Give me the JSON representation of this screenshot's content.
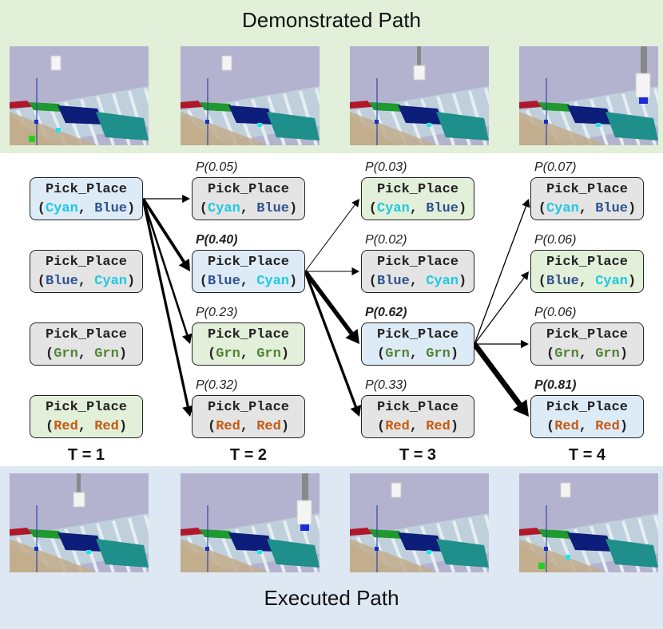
{
  "titles": {
    "demonstrated": "Demonstrated Path",
    "executed": "Executed Path"
  },
  "action_name": "Pick_Place",
  "punct": {
    "open": "(",
    "comma": ",",
    "close": ")"
  },
  "timesteps": [
    "T = 1",
    "T = 2",
    "T = 3",
    "T = 4"
  ],
  "columns": [
    {
      "nodes": [
        {
          "a": "Cyan",
          "b": "Blue",
          "bg": "blue"
        },
        {
          "a": "Blue",
          "b": "Cyan",
          "bg": "gray"
        },
        {
          "a": "Grn",
          "b": "Grn",
          "bg": "gray"
        },
        {
          "a": "Red",
          "b": "Red",
          "bg": "green"
        }
      ]
    },
    {
      "nodes": [
        {
          "a": "Cyan",
          "b": "Blue",
          "bg": "gray",
          "prob": "P(0.05)",
          "bold": false
        },
        {
          "a": "Blue",
          "b": "Cyan",
          "bg": "blue",
          "prob": "P(0.40)",
          "bold": true
        },
        {
          "a": "Grn",
          "b": "Grn",
          "bg": "green",
          "prob": "P(0.23)",
          "bold": false
        },
        {
          "a": "Red",
          "b": "Red",
          "bg": "gray",
          "prob": "P(0.32)",
          "bold": false
        }
      ]
    },
    {
      "nodes": [
        {
          "a": "Cyan",
          "b": "Blue",
          "bg": "green",
          "prob": "P(0.03)",
          "bold": false
        },
        {
          "a": "Blue",
          "b": "Cyan",
          "bg": "gray",
          "prob": "P(0.02)",
          "bold": false
        },
        {
          "a": "Grn",
          "b": "Grn",
          "bg": "blue",
          "prob": "P(0.62)",
          "bold": true
        },
        {
          "a": "Red",
          "b": "Red",
          "bg": "gray",
          "prob": "P(0.33)",
          "bold": false
        }
      ]
    },
    {
      "nodes": [
        {
          "a": "Cyan",
          "b": "Blue",
          "bg": "gray",
          "prob": "P(0.07)",
          "bold": false
        },
        {
          "a": "Blue",
          "b": "Cyan",
          "bg": "green",
          "prob": "P(0.06)",
          "bold": false
        },
        {
          "a": "Grn",
          "b": "Grn",
          "bg": "gray",
          "prob": "P(0.06)",
          "bold": false
        },
        {
          "a": "Red",
          "b": "Red",
          "bg": "blue",
          "prob": "P(0.81)",
          "bold": true
        }
      ]
    }
  ],
  "edges": [
    {
      "from_col": 0,
      "from_row": 0,
      "to_row": 0,
      "p": 0.05
    },
    {
      "from_col": 0,
      "from_row": 0,
      "to_row": 1,
      "p": 0.4
    },
    {
      "from_col": 0,
      "from_row": 0,
      "to_row": 2,
      "p": 0.23
    },
    {
      "from_col": 0,
      "from_row": 0,
      "to_row": 3,
      "p": 0.32
    },
    {
      "from_col": 1,
      "from_row": 1,
      "to_row": 0,
      "p": 0.03
    },
    {
      "from_col": 1,
      "from_row": 1,
      "to_row": 1,
      "p": 0.02
    },
    {
      "from_col": 1,
      "from_row": 1,
      "to_row": 2,
      "p": 0.62
    },
    {
      "from_col": 1,
      "from_row": 1,
      "to_row": 3,
      "p": 0.33
    },
    {
      "from_col": 2,
      "from_row": 2,
      "to_row": 0,
      "p": 0.07
    },
    {
      "from_col": 2,
      "from_row": 2,
      "to_row": 1,
      "p": 0.06
    },
    {
      "from_col": 2,
      "from_row": 2,
      "to_row": 2,
      "p": 0.06
    },
    {
      "from_col": 2,
      "from_row": 2,
      "to_row": 3,
      "p": 0.81
    }
  ],
  "demo_frames": [
    {
      "name": "demo-frame-1",
      "arm": "none",
      "gripper": "open",
      "pole": true,
      "block": "green"
    },
    {
      "name": "demo-frame-2",
      "arm": "none",
      "gripper": "open",
      "pole": true,
      "block": "cyan"
    },
    {
      "name": "demo-frame-3",
      "arm": "short",
      "gripper": "open",
      "pole": true,
      "block": "cyan"
    },
    {
      "name": "demo-frame-4",
      "arm": "long",
      "gripper": "holding",
      "pole": true,
      "block": "cyan"
    }
  ],
  "exec_frames": [
    {
      "name": "exec-frame-1",
      "arm": "short",
      "gripper": "open",
      "pole": true,
      "block": "cyan"
    },
    {
      "name": "exec-frame-2",
      "arm": "long",
      "gripper": "holding",
      "pole": true,
      "block": "cyan"
    },
    {
      "name": "exec-frame-3",
      "arm": "none",
      "gripper": "open",
      "pole": true,
      "block": "cyan"
    },
    {
      "name": "exec-frame-4",
      "arm": "none",
      "gripper": "open",
      "pole": true,
      "block": "green"
    }
  ],
  "colors": {
    "cyan": "#1ec8e3",
    "blue": "#2f528f",
    "grn": "#548235",
    "red": "#c55a11",
    "gray_box": "#e4e4e4",
    "green_box": "#e2efd9",
    "blue_box": "#ddebf7",
    "sky": "#b3b3cf",
    "floor": "#c2ad8c"
  }
}
